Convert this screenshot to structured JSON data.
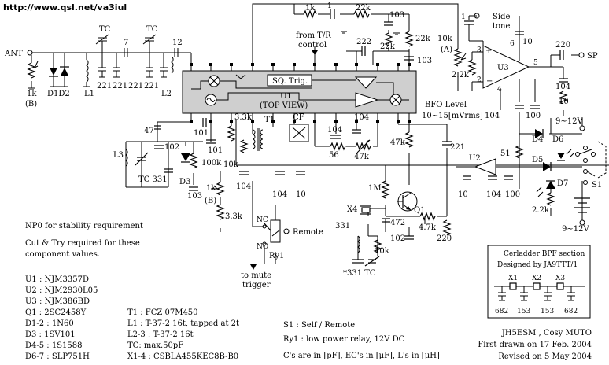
{
  "header": {
    "url": "http://www.qsl.net/va3iul"
  },
  "parts": {
    "ant": "ANT",
    "pot_ant": "1k",
    "pot_ant_tag": "(B)",
    "diodes_in": "D1D2",
    "l1": "L1",
    "l2": "L2",
    "tc": "TC",
    "cap7": "7",
    "cap12": "12",
    "caps_bpf": [
      "221",
      "221",
      "221",
      "221"
    ],
    "u1": "U1",
    "u1_view": "(TOP VIEW)",
    "sq_trig": "SQ. Trig.",
    "r1k_top": "1k",
    "r22k_a": "22k",
    "c103_a": "103",
    "r22k_b": "22k",
    "c222": "222",
    "r22k_c": "22k",
    "c103_b": "103",
    "from_tr": "from T/R",
    "control": "control",
    "pot10k": "10k",
    "pot10k_tag": "(A)",
    "c1": "1",
    "side_tone_1": "Side",
    "side_tone_2": "tone",
    "r2_2k_a": "2.2k",
    "u3": "U3",
    "pin3": "3",
    "pin2": "2",
    "pin4": "4",
    "pin6": "6",
    "pin5": "5",
    "c10_a": "10",
    "c220": "220",
    "sp": "SP",
    "c104_sp": "104",
    "r10_sp": "10",
    "c104_c100": "104",
    "c100": "100",
    "bfo_1": "BFO Level",
    "bfo_2": "10~15[mVrms]",
    "c47": "47",
    "c101_a": "101",
    "c101_b": "101",
    "r3_3k_a": "3.3k",
    "t1": "T1",
    "cf": "CF",
    "c104_cf": "104",
    "c104_b": "104",
    "r56": "56",
    "r47k_a": "47k",
    "r47k_b": "47k",
    "c221": "221",
    "l3": "L3",
    "c102_a": "102",
    "tc331": "TC 331",
    "r100k": "100k",
    "d3": "D3",
    "c103_c": "103",
    "pot1k_b": "1k",
    "pot1k_b_tag": "(B)",
    "r10k": "10k",
    "c104_c": "104",
    "c104_d": "104",
    "c10_b": "10",
    "r3_3k_b": "3.3k",
    "r1m": "1M",
    "x4": "X4",
    "c472": "472",
    "q1": "Q1",
    "r4_7k": "4.7k",
    "c331": "331",
    "r10k_osc": "10k",
    "c102_b": "102",
    "c220_b": "220",
    "c331_tc": "*331 TC",
    "u2": "U2",
    "c10_c": "10",
    "c104_e": "104",
    "c100_b": "100",
    "r51": "51",
    "d4": "D4",
    "d5": "D5",
    "d6": "D6",
    "d7": "D7",
    "s1": "S1",
    "r2_2k_b": "2.2k",
    "v_top": "9~12V",
    "v_bot": "9~12V",
    "nc": "NC",
    "no": "NO",
    "remote": "Remote",
    "ry1": "Ry1",
    "mute_1": "to mute",
    "mute_2": "trigger"
  },
  "notes": {
    "np0": "NP0 for stability requirement",
    "cut_1": "Cut & Try required for these",
    "cut_2": "component values."
  },
  "bom_left": [
    "U1 : NJM3357D",
    "U2 : NJM2930L05",
    "U3 : NJM386BD",
    "Q1 : 2SC2458Y",
    "D1-2 : 1N60",
    "D3 : 1SV101",
    "D4-5 : 1S1588",
    "D6-7 : SLP751H"
  ],
  "bom_mid": [
    "T1 : FCZ 07M450",
    "L1 : T-37-2  16t, tapped at 2t",
    "L2-3 : T-37-2  16t",
    "TC: max.50pF",
    "X1-4 : CSBLA455KEC8B-B0"
  ],
  "bom_right": [
    "S1 : Self / Remote",
    "Ry1 : low power relay, 12V DC",
    "C's are in [pF], EC's in [μF], L's in [μH]"
  ],
  "credits": [
    "JH5ESM , Cosy MUTO",
    "First drawn on 17 Feb. 2004",
    "Revised on 5 May 2004"
  ],
  "cerladder": {
    "title_1": "Cerladder BPF section",
    "title_2": "Designed by JA9TTT/1",
    "xtals": [
      "X1",
      "X2",
      "X3"
    ],
    "caps": [
      "682",
      "153",
      "153",
      "682"
    ]
  }
}
